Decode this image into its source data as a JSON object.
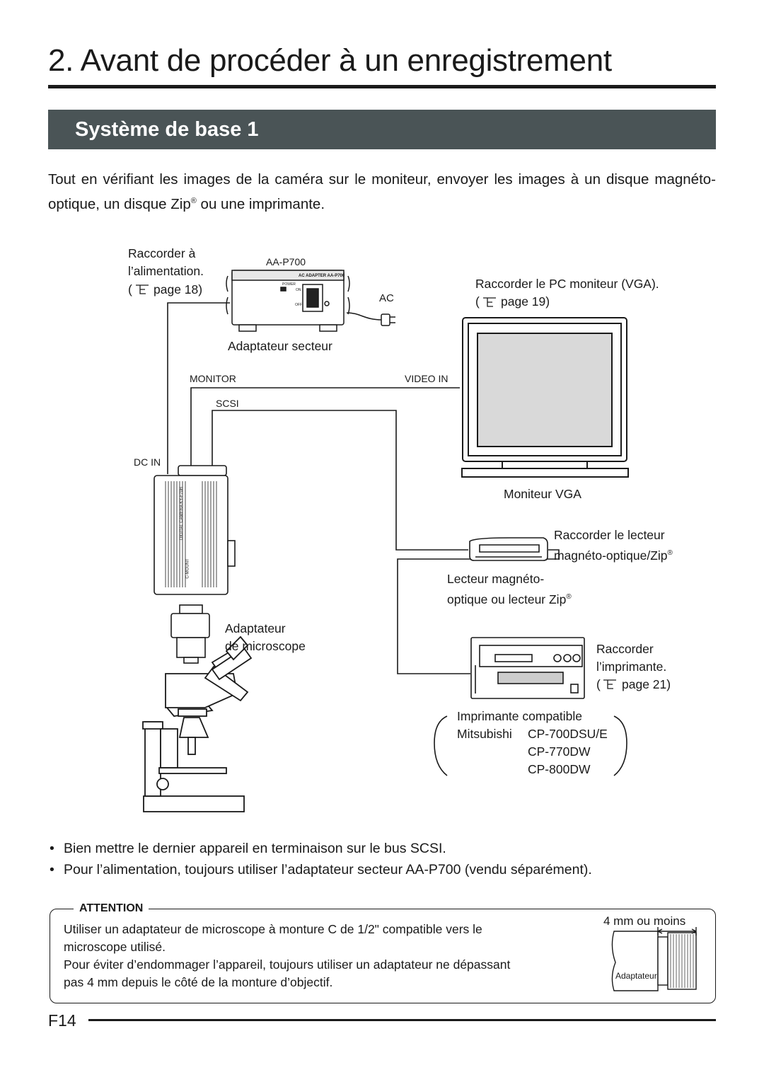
{
  "header": {
    "chapter_title": "2. Avant de procéder à un enregistrement",
    "section_title": "Système de base 1"
  },
  "intro": {
    "before_mark": "Tout en vérifiant les images de la caméra sur le moniteur, envoyer les images à un disque magnéto-optique, un disque Zip",
    "registered": "®",
    "after_mark": " ou une imprimante."
  },
  "diagram": {
    "power_note": {
      "line1": "Raccorder à",
      "line2": "l’alimentation.",
      "page_ref": "page 18)",
      "paren": "("
    },
    "ac_model": "AA-P700",
    "ac_panel_label": "AC ADAPTER AA-P700",
    "power_label": "POWER",
    "on_label": "ON",
    "off_label": "OFF",
    "ac_label": "AC",
    "ac_adapter_label": "Adaptateur secteur",
    "monitor_note": {
      "line1": "Raccorder le PC moniteur (VGA).",
      "paren": "(",
      "page_ref": "page 19)"
    },
    "port_monitor": "MONITOR",
    "port_video_in": "VIDEO IN",
    "port_scsi": "SCSI",
    "port_dc_in": "DC IN",
    "monitor_label": "Moniteur VGA",
    "camera_text": "DIGITAL CAMERA KY-F70B",
    "camera_mount": "C-MOUNT",
    "drive_note": {
      "line1": "Raccorder le lecteur",
      "line2": "magnéto-optique/Zip",
      "registered": "®"
    },
    "drive_label": {
      "line1": "Lecteur magnéto-",
      "line2": "optique ou lecteur Zip",
      "registered": "®"
    },
    "microscope_adapter": {
      "line1": "Adaptateur",
      "line2": "de microscope"
    },
    "printer_note": {
      "line1": "Raccorder",
      "line2": "l’imprimante.",
      "paren": "(",
      "page_ref": "page 21)"
    },
    "printer_compat": {
      "line1": "Imprimante compatible",
      "brand": "Mitsubishi",
      "models": [
        "CP-700DSU/E",
        "CP-770DW",
        "CP-800DW"
      ]
    }
  },
  "bullets": [
    "Bien mettre le dernier appareil en terminaison sur le bus SCSI.",
    "Pour l’alimentation, toujours utiliser l’adaptateur secteur AA-P700 (vendu séparément)."
  ],
  "attention": {
    "heading": "ATTENTION",
    "line1": "Utiliser un adaptateur de microscope à monture C de 1/2\" compatible vers le",
    "line2": "microscope utilisé.",
    "line3": "Pour éviter d’endommager l’appareil, toujours utiliser un adaptateur ne dépassant",
    "line4": "pas 4 mm depuis le côté de la monture d’objectif.",
    "figure_dimension": "4 mm ou moins",
    "figure_label": "Adaptateur"
  },
  "footer": {
    "page_number": "F14"
  }
}
